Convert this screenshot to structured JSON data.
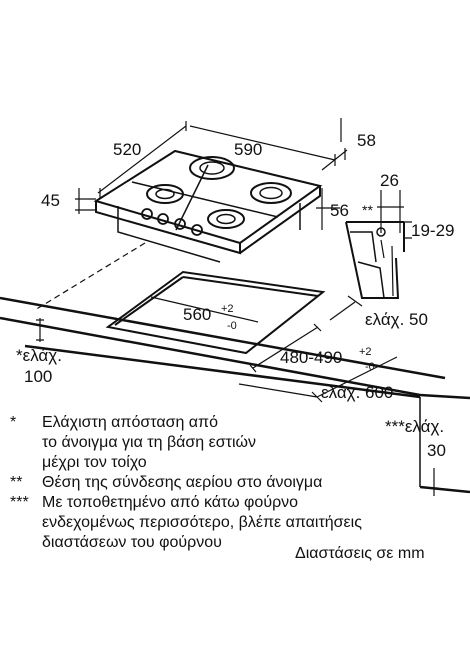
{
  "dimensions": {
    "depth": "520",
    "width": "590",
    "side_clearance": "58",
    "height_total": "45",
    "height_body": "56",
    "gas_offset": "26",
    "gas_marker": "**",
    "gas_height": "19-29",
    "cutout_depth": "560",
    "cutout_depth_tol_upper": "+2",
    "cutout_depth_tol_lower": "-0",
    "cutout_width": "480-490",
    "cutout_width_tol_upper": "+2",
    "cutout_width_tol_lower": "-0",
    "min_front": "ελάχ. 50",
    "min_wall_label": "*ελάχ.",
    "min_wall_value": "100",
    "min_side": "ελάχ. 600",
    "min_oven_label": "***ελάχ.",
    "min_oven_value": "30"
  },
  "notes": [
    {
      "mark": "*",
      "lines": [
        "Ελάχιστη απόσταση από",
        "το άνοιγμα για τη βάση εστιών",
        "μέχρι τον τοίχο"
      ]
    },
    {
      "mark": "**",
      "lines": [
        "Θέση της σύνδεσης αερίου στο άνοιγμα"
      ]
    },
    {
      "mark": "***",
      "lines": [
        "Με τοποθετημένο από κάτω φούρνο",
        "ενδεχομένως περισσότερο, βλέπε απαιτήσεις",
        "διαστάσεων του φούρνου"
      ]
    }
  ],
  "units_note": "Διαστάσεις σε mm"
}
